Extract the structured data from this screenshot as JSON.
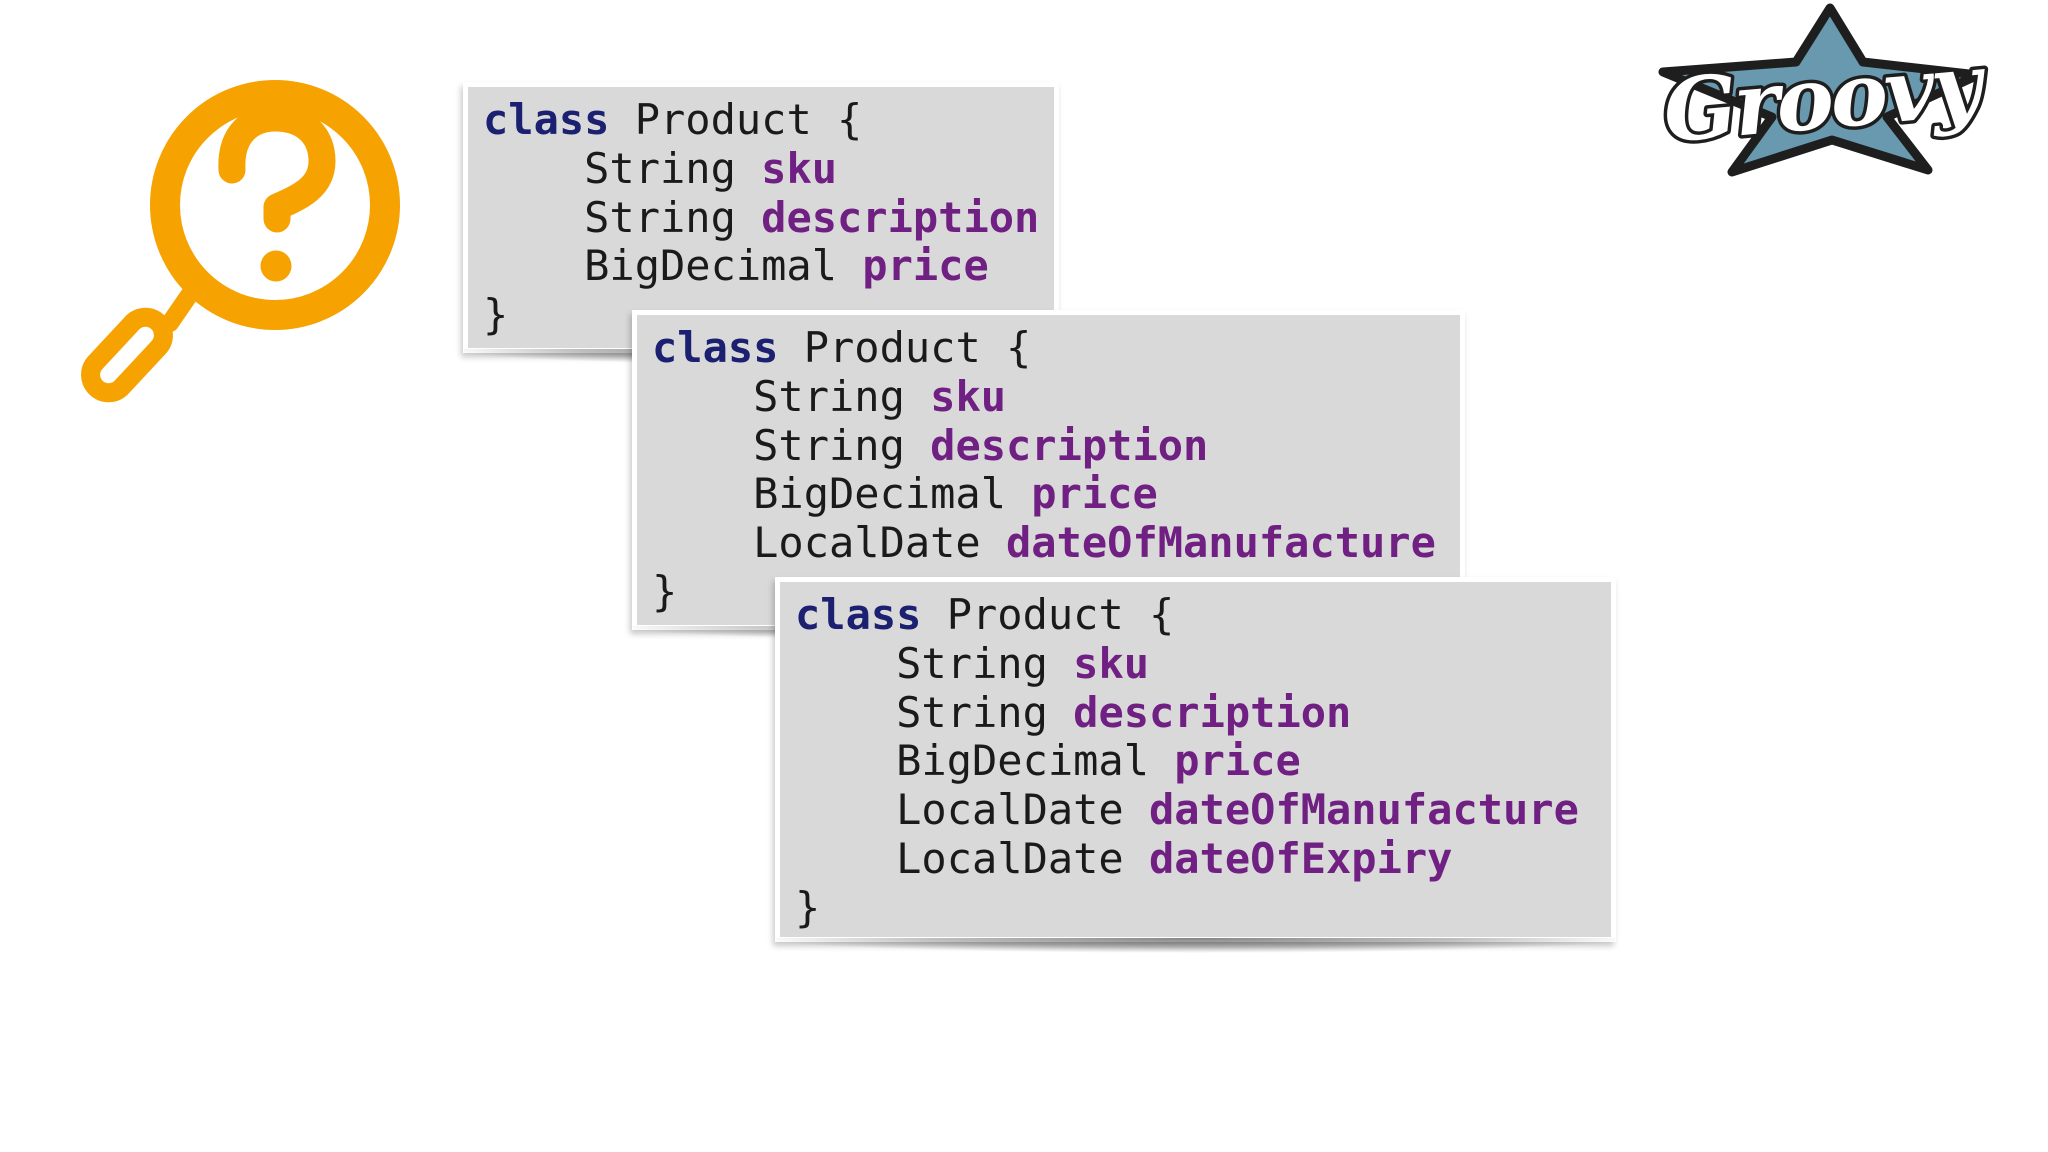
{
  "colors": {
    "page_bg": "#ffffff",
    "box_bg": "#d9d9d9",
    "box_border": "#ffffff",
    "keyword": "#1b2070",
    "identifier": "#702082",
    "plain": "#1a1a1a",
    "accent_orange": "#f6a201",
    "star_blue": "#6899ae",
    "logo_outline": "#1e1e1e",
    "logo_text_fill": "#ffffff"
  },
  "icons": {
    "magnifier": "question-magnifier-icon",
    "logo": "groovy-logo"
  },
  "logo": {
    "text": "Groovy"
  },
  "code_blocks": [
    {
      "name": "product-class-v1",
      "lines": [
        {
          "segments": [
            {
              "style": "keyword",
              "text": "class"
            },
            {
              "style": "plain",
              "text": " Product {"
            }
          ]
        },
        {
          "segments": [
            {
              "style": "plain",
              "text": "    String "
            },
            {
              "style": "identifier",
              "text": "sku"
            }
          ]
        },
        {
          "segments": [
            {
              "style": "plain",
              "text": "    String "
            },
            {
              "style": "identifier",
              "text": "description"
            }
          ]
        },
        {
          "segments": [
            {
              "style": "plain",
              "text": "    BigDecimal "
            },
            {
              "style": "identifier",
              "text": "price"
            }
          ]
        },
        {
          "segments": [
            {
              "style": "plain",
              "text": "}"
            }
          ]
        }
      ]
    },
    {
      "name": "product-class-v2",
      "lines": [
        {
          "segments": [
            {
              "style": "keyword",
              "text": "class"
            },
            {
              "style": "plain",
              "text": " Product {"
            }
          ]
        },
        {
          "segments": [
            {
              "style": "plain",
              "text": "    String "
            },
            {
              "style": "identifier",
              "text": "sku"
            }
          ]
        },
        {
          "segments": [
            {
              "style": "plain",
              "text": "    String "
            },
            {
              "style": "identifier",
              "text": "description"
            }
          ]
        },
        {
          "segments": [
            {
              "style": "plain",
              "text": "    BigDecimal "
            },
            {
              "style": "identifier",
              "text": "price"
            }
          ]
        },
        {
          "segments": [
            {
              "style": "plain",
              "text": "    LocalDate "
            },
            {
              "style": "identifier",
              "text": "dateOfManufacture"
            }
          ]
        },
        {
          "segments": [
            {
              "style": "plain",
              "text": "}"
            }
          ]
        }
      ]
    },
    {
      "name": "product-class-v3",
      "lines": [
        {
          "segments": [
            {
              "style": "keyword",
              "text": "class"
            },
            {
              "style": "plain",
              "text": " Product {"
            }
          ]
        },
        {
          "segments": [
            {
              "style": "plain",
              "text": "    String "
            },
            {
              "style": "identifier",
              "text": "sku"
            }
          ]
        },
        {
          "segments": [
            {
              "style": "plain",
              "text": "    String "
            },
            {
              "style": "identifier",
              "text": "description"
            }
          ]
        },
        {
          "segments": [
            {
              "style": "plain",
              "text": "    BigDecimal "
            },
            {
              "style": "identifier",
              "text": "price"
            }
          ]
        },
        {
          "segments": [
            {
              "style": "plain",
              "text": "    LocalDate "
            },
            {
              "style": "identifier",
              "text": "dateOfManufacture"
            }
          ]
        },
        {
          "segments": [
            {
              "style": "plain",
              "text": "    LocalDate "
            },
            {
              "style": "identifier",
              "text": "dateOfExpiry"
            }
          ]
        },
        {
          "segments": [
            {
              "style": "plain",
              "text": "}"
            }
          ]
        }
      ]
    }
  ]
}
